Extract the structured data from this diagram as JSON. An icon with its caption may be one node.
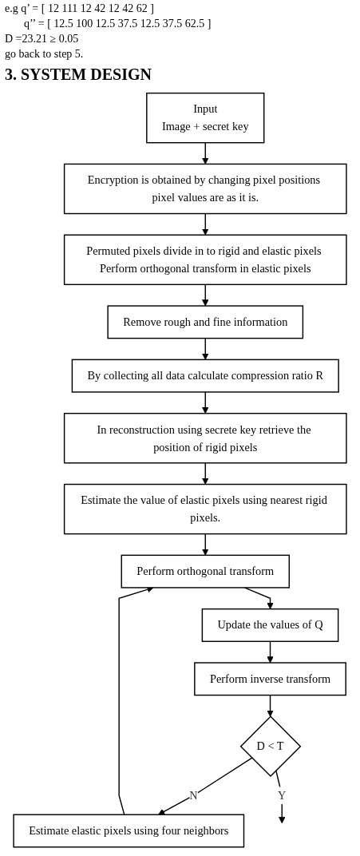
{
  "diagram": {
    "title": "3. SYSTEM DESIGN",
    "nodes": [
      {
        "text": [
          "Input",
          "Image + secret key"
        ]
      },
      {
        "text": [
          "Encryption is obtained by changing pixel positions pixel values are as it is."
        ]
      },
      {
        "text": [
          "Permuted pixels divide in to rigid and elastic pixels Perform orthogonal transform in elastic pixels"
        ]
      },
      {
        "text": [
          "Remove rough and fine information"
        ]
      },
      {
        "text": [
          "By collecting all data calculate compression ratio R"
        ]
      },
      {
        "text": [
          "In reconstruction using secrete key retrieve the position of rigid pixels"
        ]
      },
      {
        "text": [
          "Estimate the value of elastic pixels using nearest rigid pixels."
        ]
      },
      {
        "text": [
          "Perform orthogonal transform"
        ]
      },
      {
        "text": [
          "Update the values of Q"
        ]
      },
      {
        "text": [
          "Perform inverse transform"
        ]
      },
      {
        "text": [
          "D < T"
        ]
      },
      {
        "text": [
          "Estimate elastic pixels using four neighbors"
        ]
      }
    ],
    "edges": [
      {
        "from": 0,
        "to": 1,
        "arrow": "to"
      },
      {
        "from": 1,
        "to": 2,
        "arrow": "to"
      },
      {
        "from": 2,
        "to": 3,
        "arrow": "to"
      },
      {
        "from": 3,
        "to": 4,
        "arrow": "to"
      },
      {
        "from": 4,
        "to": 5,
        "arrow": "to"
      },
      {
        "from": 5,
        "to": 6,
        "arrow": "to"
      },
      {
        "from": 6,
        "to": 7,
        "arrow": "to"
      },
      {
        "from": 7,
        "to": 8,
        "arrow": "to"
      },
      {
        "from": 8,
        "to": 9,
        "arrow": "to"
      },
      {
        "from": 9,
        "to": 10,
        "arrow": "to"
      },
      {
        "from": 10,
        "to": 11,
        "arrow": "to",
        "label": "N"
      },
      {
        "from": 11,
        "to": 7,
        "arrow": "to"
      },
      {
        "from": 10,
        "to": null,
        "arrow": "to",
        "label": "Y"
      }
    ],
    "labels": [
      "e.g q’ = [ 12 111 12 42 12 42 62 ]",
      "q’’ = [ 12.5 100 12.5 37.5 12.5 37.5 62.5 ]",
      "D =23.21 ≥ 0.05",
      "go back to step 5."
    ]
  }
}
